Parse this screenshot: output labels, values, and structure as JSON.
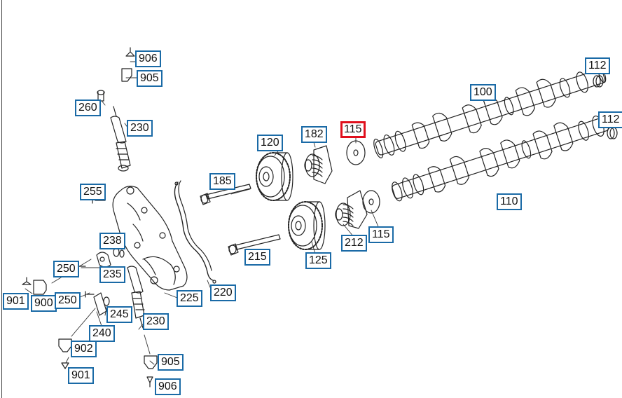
{
  "colors": {
    "callout_border": "#1a6aa6",
    "selected_border": "#e0101d",
    "line_art": "#222222"
  },
  "callouts": {
    "c906a": "906",
    "c905a": "905",
    "c260": "260",
    "c230a": "230",
    "c255": "255",
    "c185": "185",
    "c120": "120",
    "c182": "182",
    "c115a": "115",
    "c100": "100",
    "c112a": "112",
    "c112b": "112",
    "c110": "110",
    "c212": "212",
    "c115b": "115",
    "c215": "215",
    "c125": "125",
    "c238": "238",
    "c250a": "250",
    "c235": "235",
    "c901a": "901",
    "c900": "900",
    "c250b": "250",
    "c245": "245",
    "c230b": "230",
    "c225": "225",
    "c220": "220",
    "c240": "240",
    "c902": "902",
    "c905b": "905",
    "c901b": "901",
    "c906b": "906"
  },
  "selected_callout": "c115a"
}
